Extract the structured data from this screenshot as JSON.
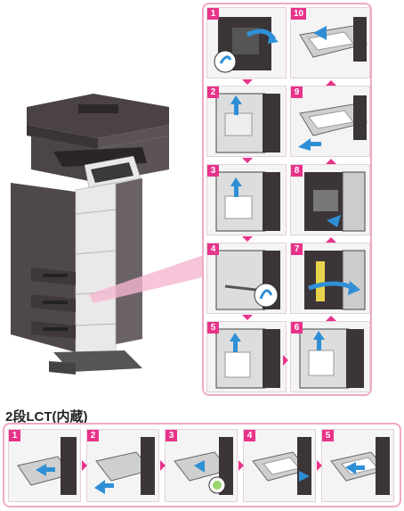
{
  "top_steps": [
    {
      "number": "1"
    },
    {
      "number": "2"
    },
    {
      "number": "3"
    },
    {
      "number": "4"
    },
    {
      "number": "5"
    },
    {
      "number": "6"
    },
    {
      "number": "7"
    },
    {
      "number": "8"
    },
    {
      "number": "9"
    },
    {
      "number": "10"
    }
  ],
  "section_title": "2段LCT(内蔵)",
  "bottom_steps": [
    {
      "number": "1"
    },
    {
      "number": "2"
    },
    {
      "number": "3"
    },
    {
      "number": "4"
    },
    {
      "number": "5"
    }
  ],
  "colors": {
    "accent": "#e8338a",
    "frame": "#f2a9c6",
    "arrow_blue": "#2f8fd6"
  },
  "icons": [
    "arrow-icon",
    "step-number-badge"
  ]
}
